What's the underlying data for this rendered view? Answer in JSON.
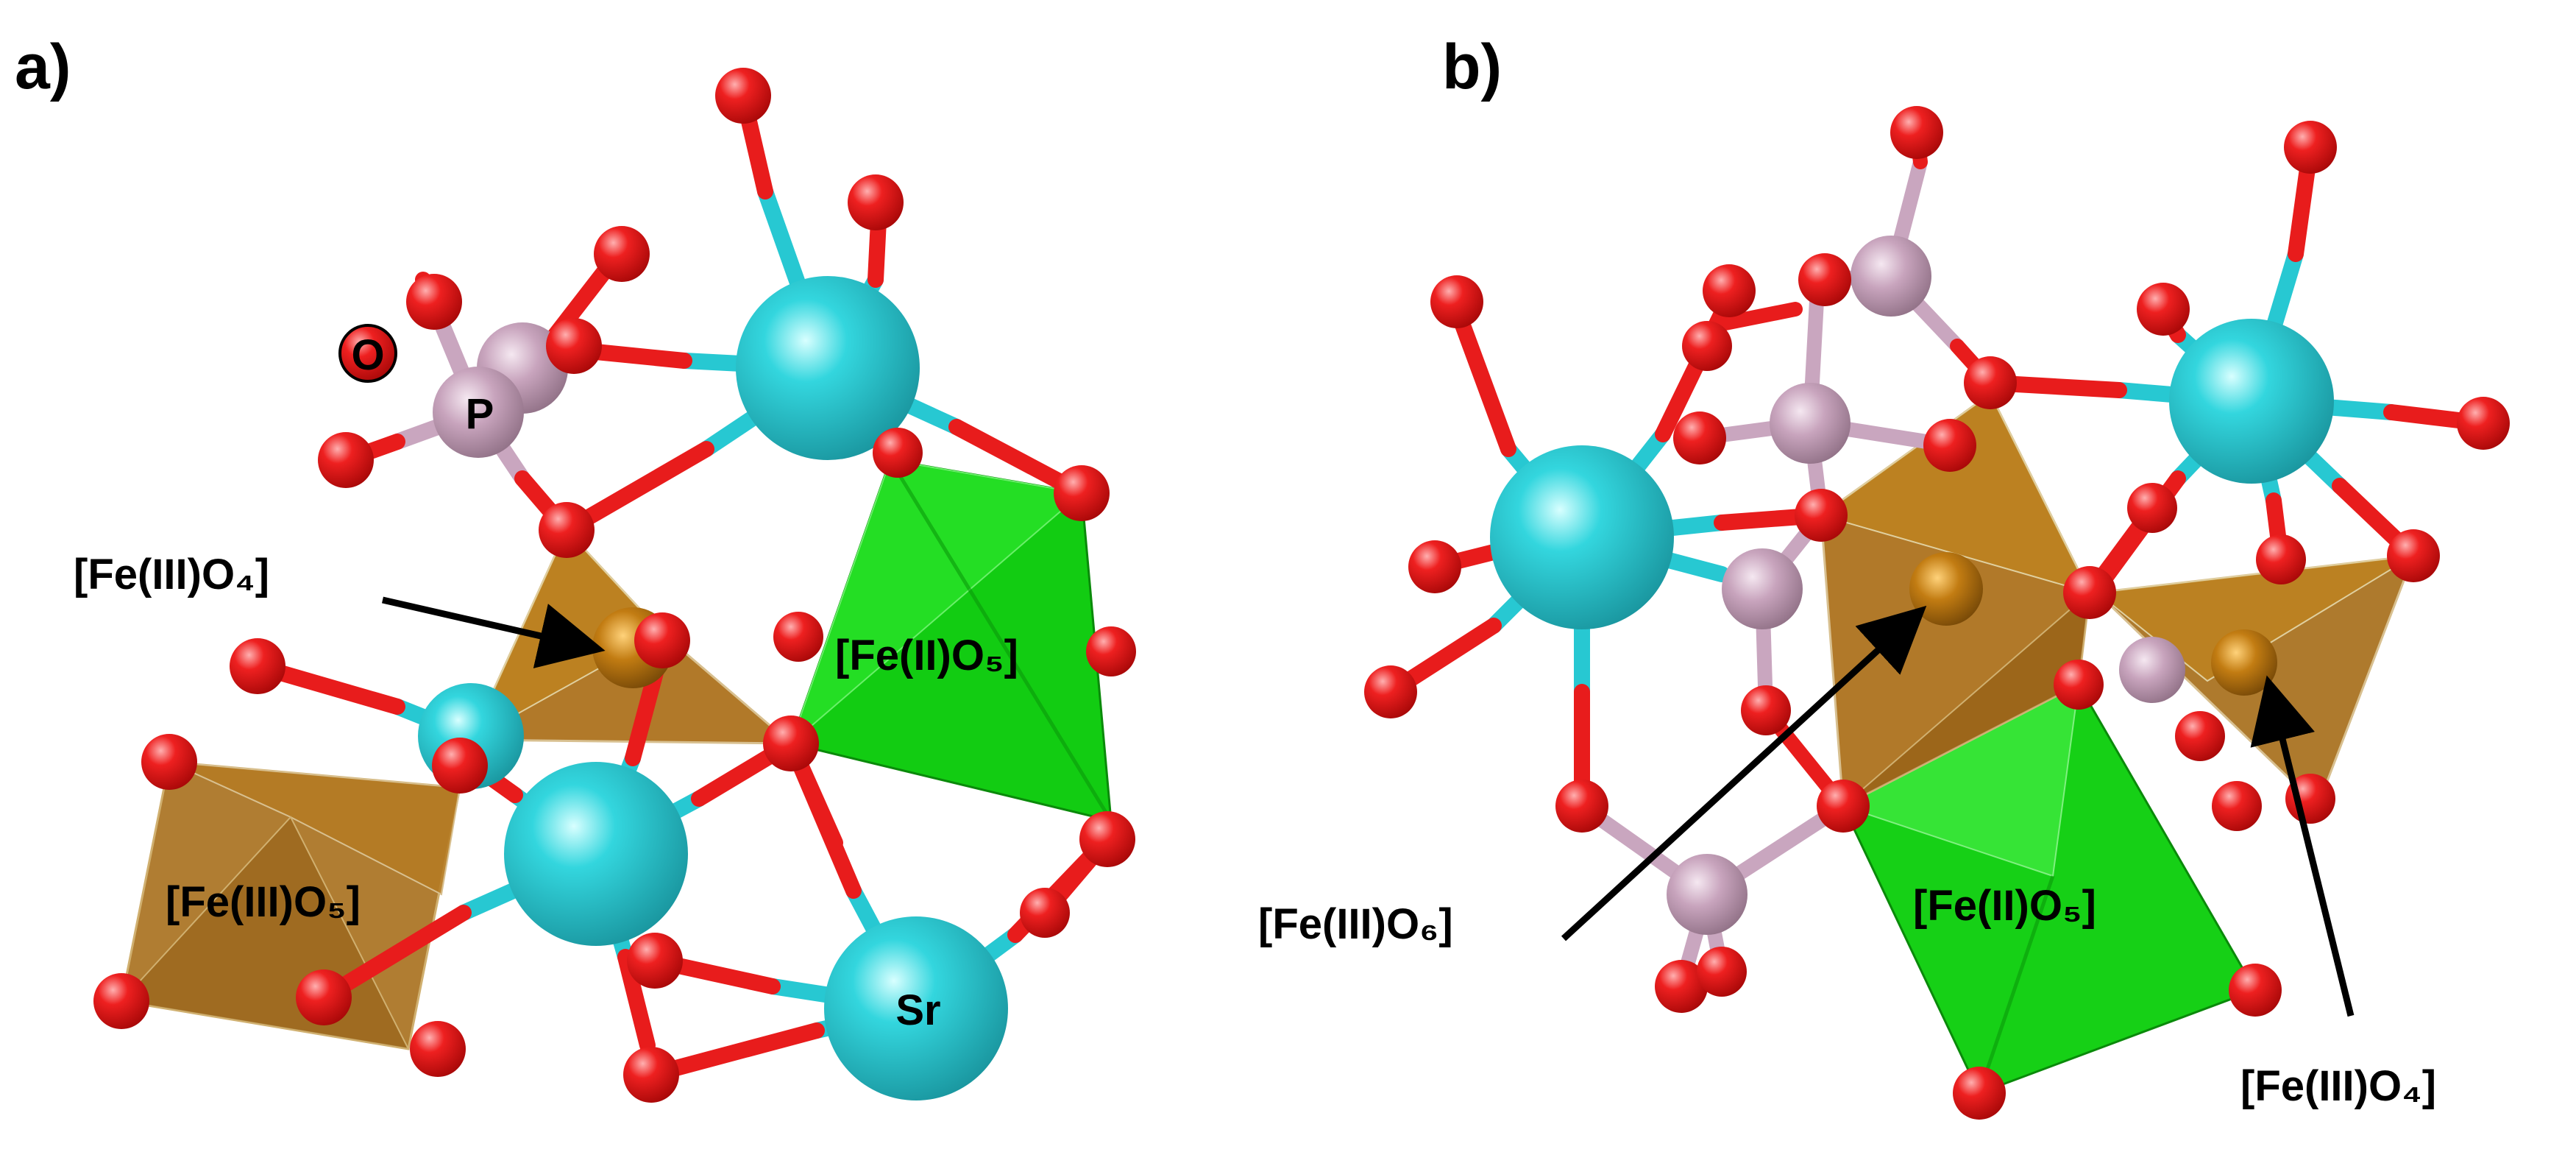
{
  "panels": [
    {
      "id": "a",
      "label": "a)",
      "annotations": {
        "fe3_o4": "[Fe(III)O₄]",
        "fe2_o5": "[Fe(II)O₅]",
        "fe3_o5": "[Fe(III)O₅]",
        "atom_o": "O",
        "atom_p": "P",
        "atom_sr": "Sr"
      }
    },
    {
      "id": "b",
      "label": "b)",
      "annotations": {
        "fe3_o6": "[Fe(III)O₆]",
        "fe2_o5": "[Fe(II)O₅]",
        "fe3_o4": "[Fe(III)O₄]"
      }
    }
  ],
  "colors": {
    "oxygen": "#e8141a",
    "strontium": "#2fd0d8",
    "phosphorus": "#c9a6bf",
    "iron": "#c07a10",
    "fe2_polyhedron": "#19d419",
    "fe3_polyhedron": "#b0741c",
    "bond_o": "#e81c1c",
    "bond_sr": "#27c8d2",
    "bond_p": "#c9a6bf",
    "arrow": "#000000"
  }
}
